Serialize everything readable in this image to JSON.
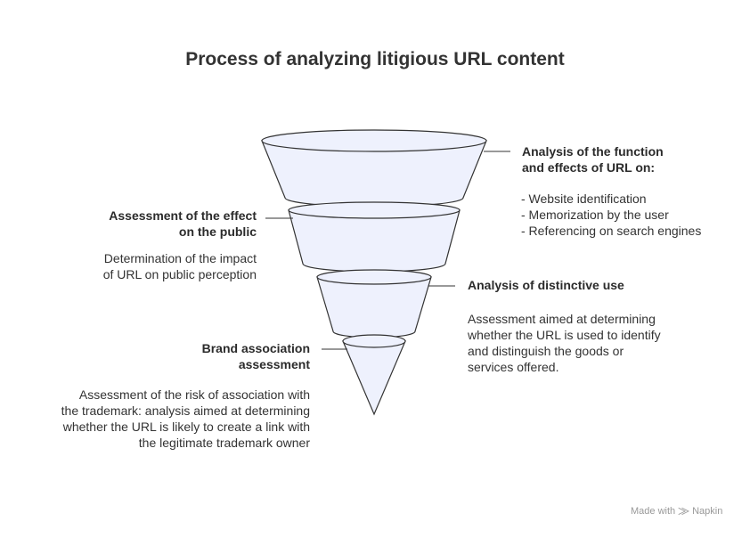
{
  "title": "Process of analyzing litigious URL content",
  "stages": [
    {
      "heading": "Analysis of the function and effects of URL on:",
      "heading_lines": [
        "Analysis of the function",
        "and effects of URL on:"
      ],
      "items": [
        "- Website identification",
        "- Memorization by the user",
        "- Referencing on search engines"
      ]
    },
    {
      "heading_lines": [
        "Assessment of the effect",
        "on the public"
      ],
      "body_lines": [
        "Determination of the impact",
        "of URL on public perception"
      ]
    },
    {
      "heading_lines": [
        "Analysis of distinctive use"
      ],
      "body_lines": [
        "Assessment aimed at determining",
        "whether the URL is used to identify",
        "and distinguish the goods or",
        "services offered."
      ]
    },
    {
      "heading_lines": [
        "Brand association",
        "assessment"
      ],
      "body_lines": [
        "Assessment of the risk of association with",
        "the trademark: analysis aimed at determining",
        "whether the URL is likely to create a link with",
        "the legitimate trademark owner"
      ]
    }
  ],
  "footer": "Made with ⨠ Napkin",
  "colors": {
    "fill": "#EEF1FD",
    "stroke": "#333333"
  }
}
